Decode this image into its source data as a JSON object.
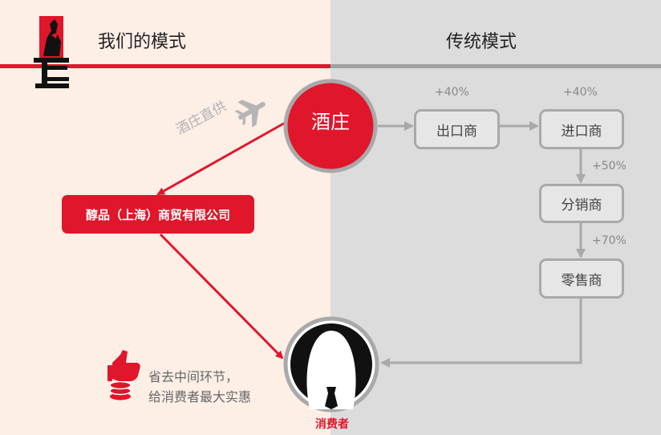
{
  "header": {
    "left_title": "我们的模式",
    "right_title": "传统模式"
  },
  "nodes": {
    "winery": "酒庄",
    "company": "醇品（上海）商贸有限公司",
    "consumer": "消费者"
  },
  "direct_supply_label": "酒庄直供",
  "traditional_chain": [
    {
      "label": "出口商",
      "markup": "+40%"
    },
    {
      "label": "进口商",
      "markup": "+40%"
    },
    {
      "label": "分销商",
      "markup": "+50%"
    },
    {
      "label": "零售商",
      "markup": "+70%"
    }
  ],
  "slogan": {
    "line1": "省去中间环节，",
    "line2": "给消费者最大实惠"
  },
  "colors": {
    "brand_red": "#e0162b",
    "left_bg": "#fdeee6",
    "right_bg": "#dcdcdc",
    "gray_line": "#a9a9a9"
  },
  "icons": [
    "brand-logo-icon",
    "airplane-icon",
    "thumbs-up-coins-icon",
    "consumer-avatar-icon"
  ]
}
